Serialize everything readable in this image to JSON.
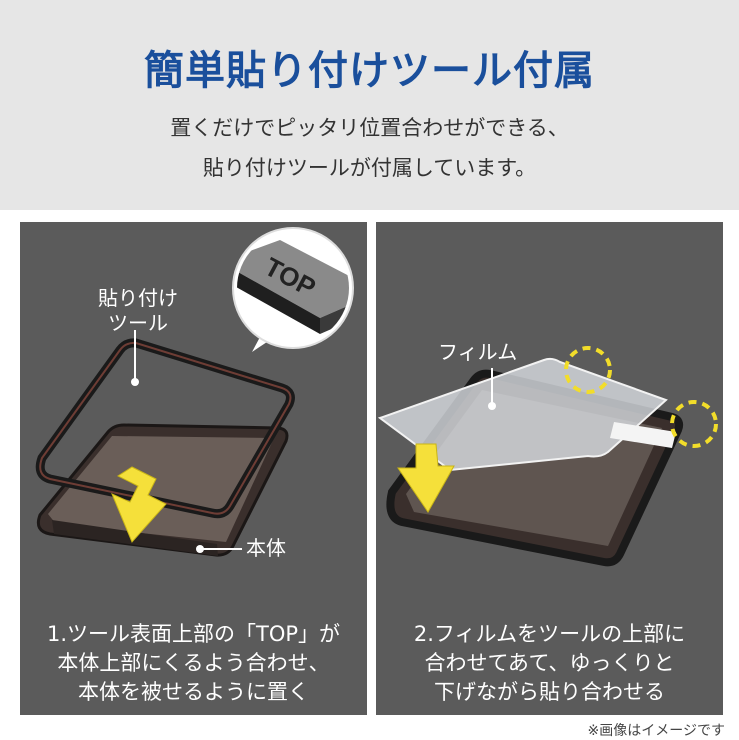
{
  "header": {
    "title": "簡単貼り付けツール付属",
    "subtitle_line1": "置くだけでピッタリ位置合わせができる、",
    "subtitle_line2": "貼り付けツールが付属しています。"
  },
  "panel_left": {
    "tool_label_line1": "貼り付け",
    "tool_label_line2": "ツール",
    "zoom_label": "TOP",
    "body_label": "本体",
    "caption_line1": "1.ツール表面上部の「TOP」が",
    "caption_line2": "本体上部にくるよう合わせ、",
    "caption_line3": "本体を被せるように置く"
  },
  "panel_right": {
    "film_label": "フィルム",
    "caption_line1": "2.フィルムをツールの上部に",
    "caption_line2": "合わせてあて、ゆっくりと",
    "caption_line3": "下げながら貼り合わせる"
  },
  "footer_note": "※画像はイメージです",
  "colors": {
    "title_blue": "#1a4f9c",
    "panel_gray": "#5b5b5b",
    "arrow_yellow": "#f5e03a",
    "highlight_yellow": "#f2dd2a"
  }
}
